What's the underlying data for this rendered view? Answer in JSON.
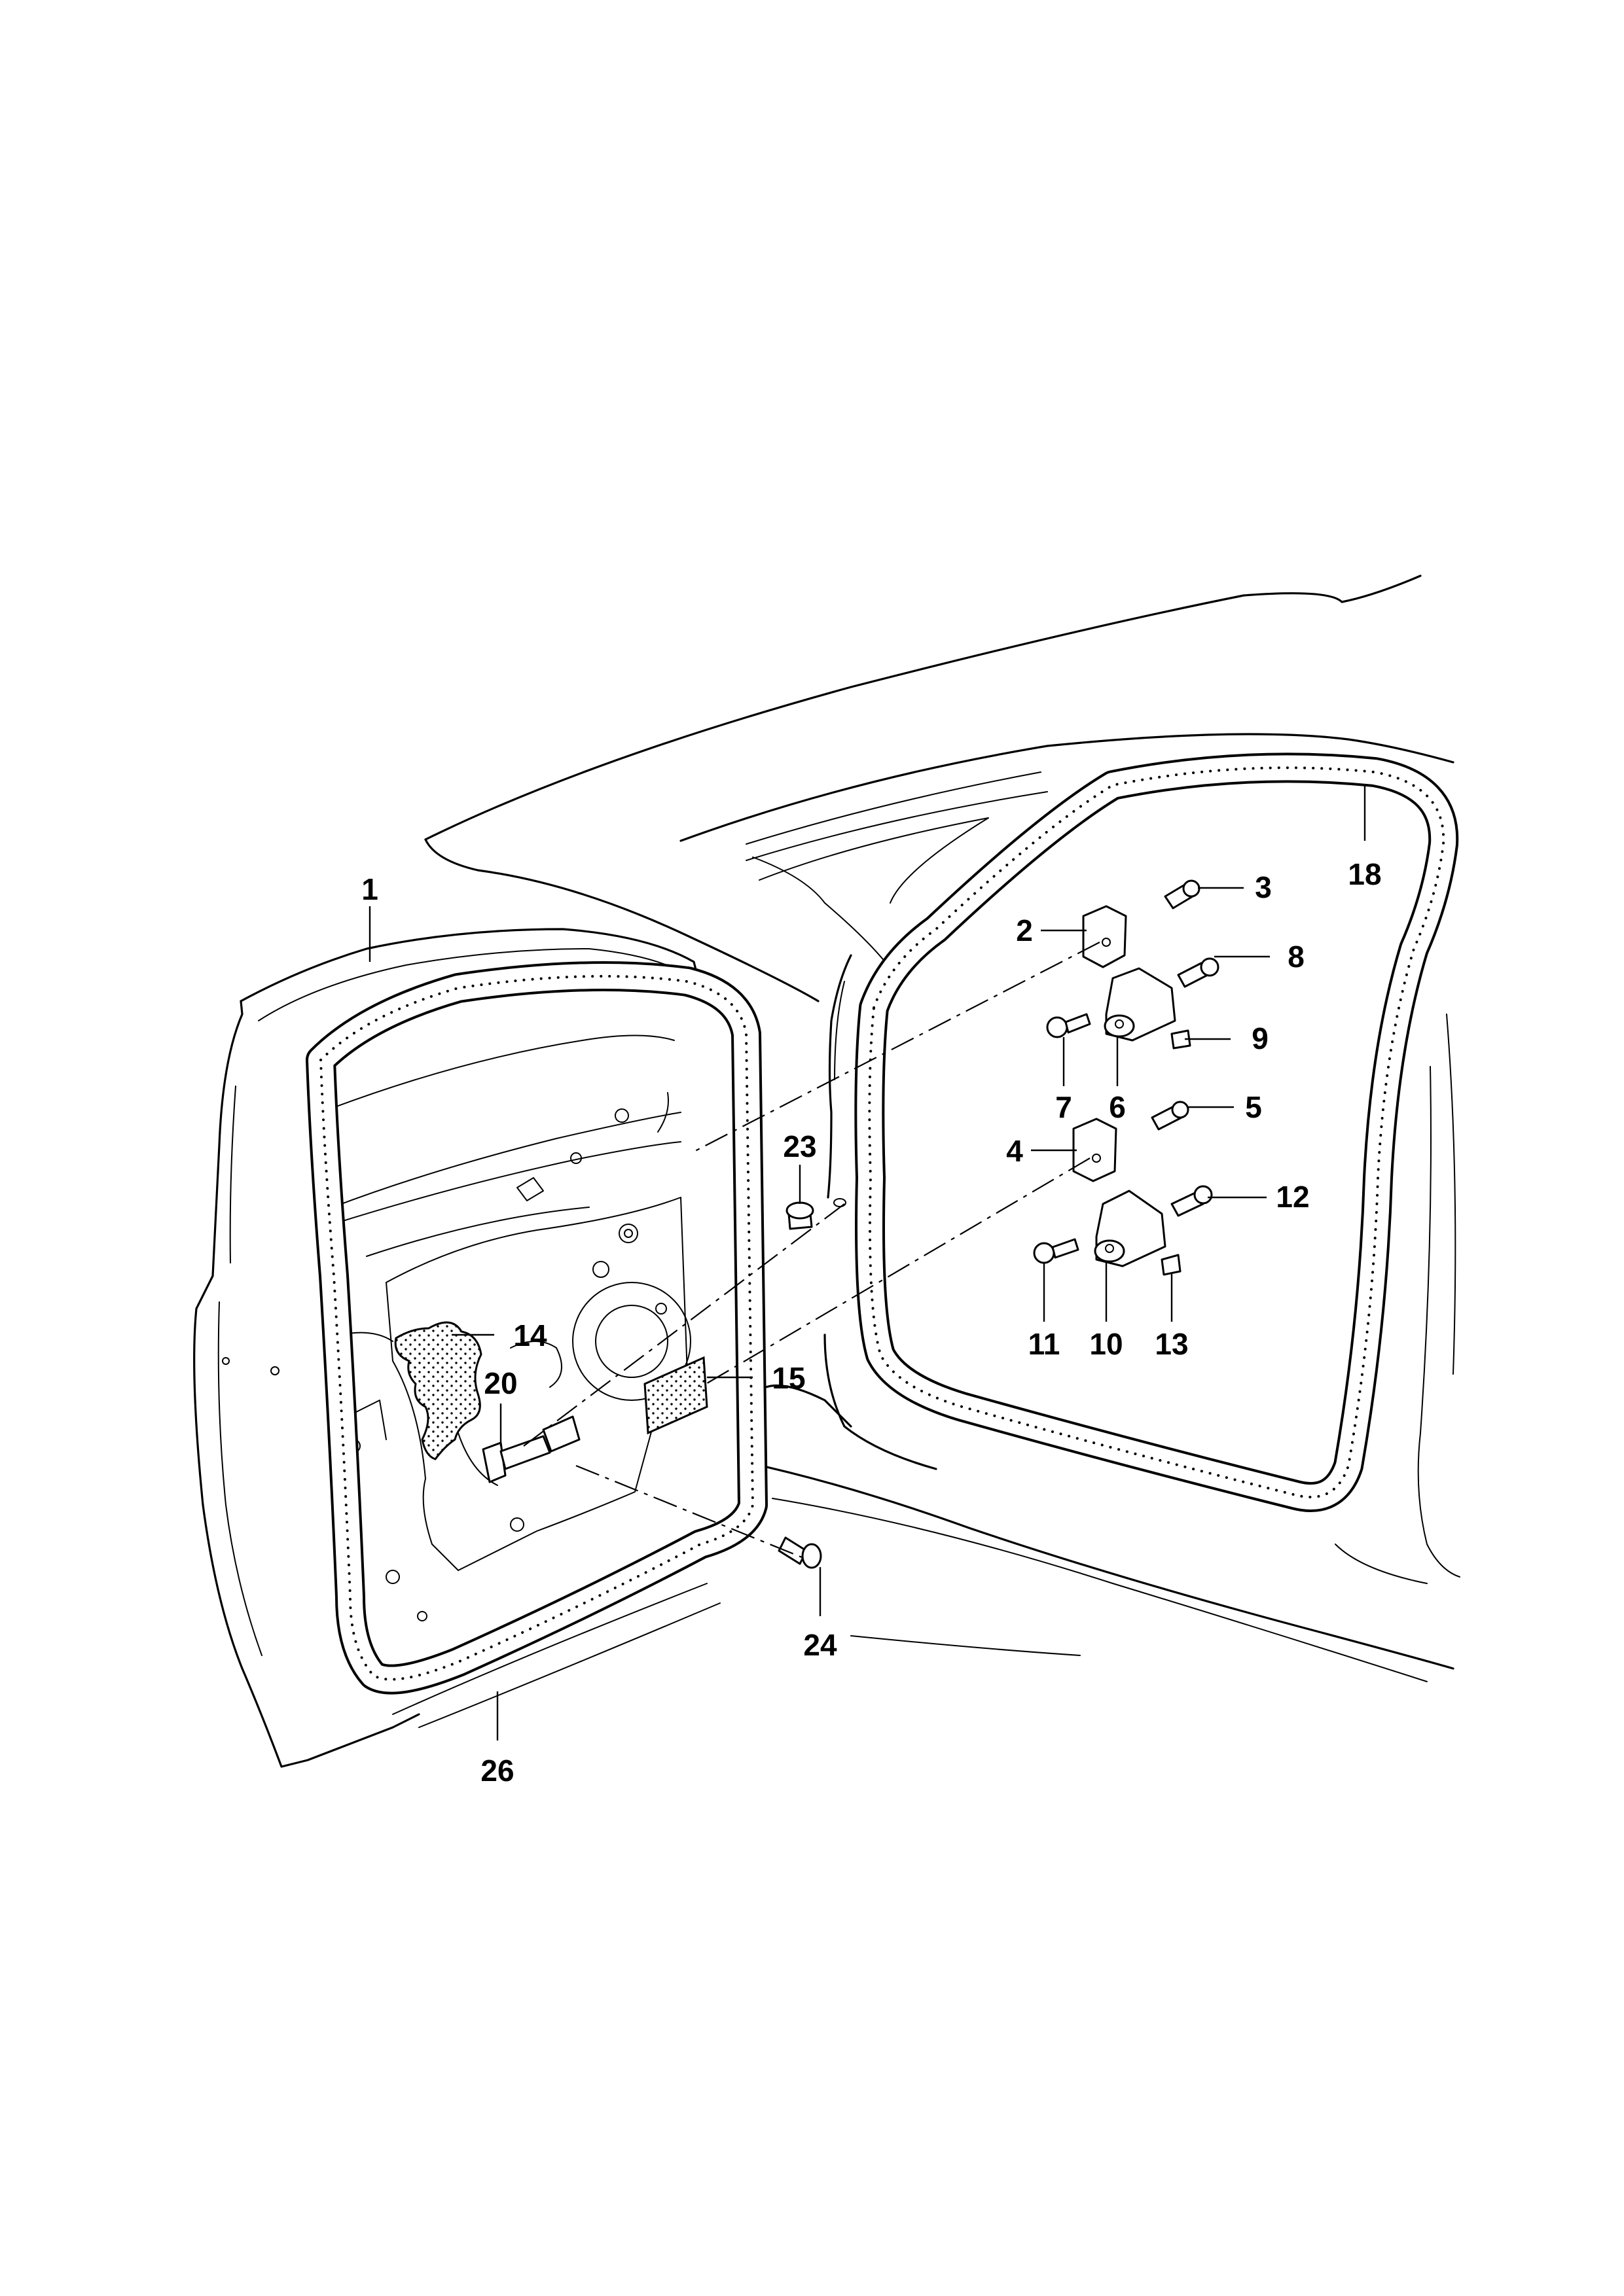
{
  "diagram": {
    "callouts": [
      {
        "id": "1",
        "label": "1"
      },
      {
        "id": "2",
        "label": "2"
      },
      {
        "id": "3",
        "label": "3"
      },
      {
        "id": "4",
        "label": "4"
      },
      {
        "id": "5",
        "label": "5"
      },
      {
        "id": "6",
        "label": "6"
      },
      {
        "id": "7",
        "label": "7"
      },
      {
        "id": "8",
        "label": "8"
      },
      {
        "id": "9",
        "label": "9"
      },
      {
        "id": "10",
        "label": "10"
      },
      {
        "id": "11",
        "label": "11"
      },
      {
        "id": "12",
        "label": "12"
      },
      {
        "id": "13",
        "label": "13"
      },
      {
        "id": "14",
        "label": "14"
      },
      {
        "id": "15",
        "label": "15"
      },
      {
        "id": "18",
        "label": "18"
      },
      {
        "id": "20",
        "label": "20"
      },
      {
        "id": "23",
        "label": "23"
      },
      {
        "id": "24",
        "label": "24"
      },
      {
        "id": "26",
        "label": "26"
      }
    ]
  }
}
